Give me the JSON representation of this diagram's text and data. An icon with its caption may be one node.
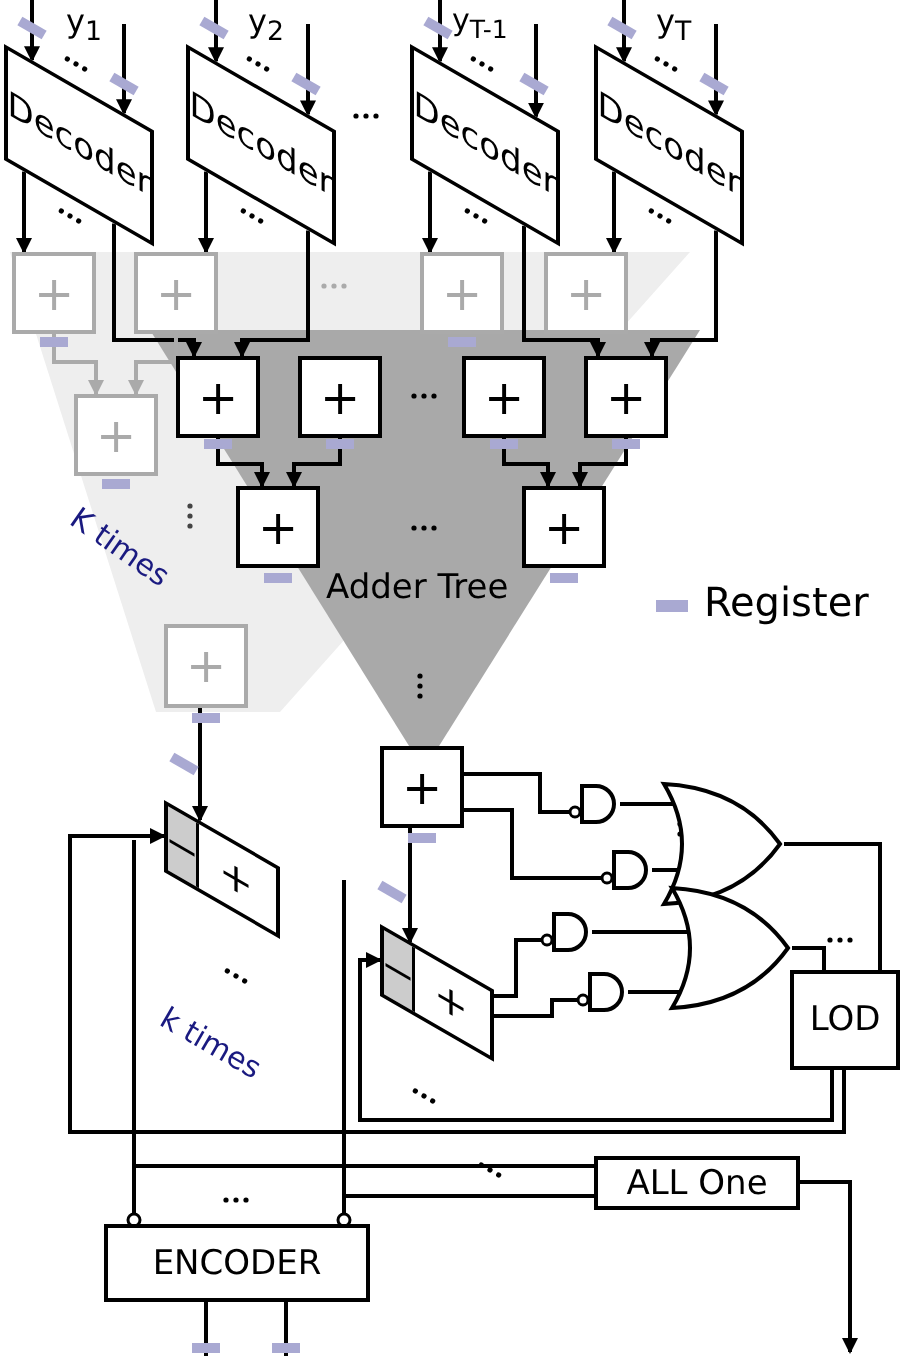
{
  "diagram": {
    "nodes": [
      {
        "text": [
          "Decoder"
        ]
      },
      {
        "text": [
          "Decoder"
        ]
      },
      {
        "text": [
          "Decoder"
        ]
      },
      {
        "text": [
          "Decoder"
        ]
      },
      {
        "text": [
          "+"
        ]
      },
      {
        "text": [
          "+"
        ]
      },
      {
        "text": [
          "+"
        ]
      },
      {
        "text": [
          "+"
        ]
      },
      {
        "text": [
          "+"
        ]
      },
      {
        "text": [
          "+"
        ]
      },
      {
        "text": [
          "+"
        ]
      },
      {
        "text": [
          "+"
        ]
      },
      {
        "text": [
          "+"
        ]
      },
      {
        "text": [
          "+"
        ]
      },
      {
        "text": [
          "+"
        ]
      },
      {
        "text": [
          "+"
        ]
      },
      {
        "text": [
          "+"
        ]
      },
      {
        "text": [
          "−",
          "+"
        ]
      },
      {
        "text": [
          "−",
          "+"
        ]
      },
      {
        "text": [],
        "shape": "gate"
      },
      {
        "text": [],
        "shape": "gate"
      },
      {
        "text": [],
        "shape": "gate"
      },
      {
        "text": [],
        "shape": "gate"
      },
      {
        "text": [],
        "shape": "gate"
      },
      {
        "text": [],
        "shape": "gate"
      },
      {
        "text": [
          "LOD"
        ]
      },
      {
        "text": [
          "ALL One"
        ]
      },
      {
        "text": [
          "ENCODER"
        ]
      }
    ],
    "edges": [
      {
        "from": null,
        "to": 0,
        "arrow": "to"
      },
      {
        "from": null,
        "to": 0,
        "arrow": "to"
      },
      {
        "from": null,
        "to": 1,
        "arrow": "to"
      },
      {
        "from": null,
        "to": 1,
        "arrow": "to"
      },
      {
        "from": null,
        "to": 2,
        "arrow": "to"
      },
      {
        "from": null,
        "to": 2,
        "arrow": "to"
      },
      {
        "from": null,
        "to": 3,
        "arrow": "to"
      },
      {
        "from": null,
        "to": 3,
        "arrow": "to"
      },
      {
        "from": 0,
        "to": 4,
        "arrow": "to"
      },
      {
        "from": 0,
        "to": 8,
        "arrow": "to"
      },
      {
        "from": 1,
        "to": 5,
        "arrow": "to"
      },
      {
        "from": 1,
        "to": 8,
        "arrow": "to"
      },
      {
        "from": 2,
        "to": 6,
        "arrow": "to"
      },
      {
        "from": 2,
        "to": 11,
        "arrow": "to"
      },
      {
        "from": 3,
        "to": 7,
        "arrow": "to"
      },
      {
        "from": 3,
        "to": 11,
        "arrow": "to"
      },
      {
        "from": 4,
        "to": 12,
        "arrow": "to",
        "color": "#aaaaaa"
      },
      {
        "from": 5,
        "to": 12,
        "arrow": "to",
        "color": "#aaaaaa"
      },
      {
        "from": 8,
        "to": 13,
        "arrow": "to"
      },
      {
        "from": 9,
        "to": 13,
        "arrow": "to"
      },
      {
        "from": 10,
        "to": 14,
        "arrow": "to"
      },
      {
        "from": 11,
        "to": 14,
        "arrow": "to"
      },
      {
        "from": 15,
        "to": 17,
        "arrow": "to"
      },
      {
        "from": 16,
        "to": 18,
        "arrow": "to"
      },
      {
        "from": 16,
        "to": 19,
        "arrow": "none"
      },
      {
        "from": 16,
        "to": 20,
        "arrow": "none"
      },
      {
        "from": 18,
        "to": 21,
        "arrow": "none"
      },
      {
        "from": 18,
        "to": 22,
        "arrow": "none"
      },
      {
        "from": 19,
        "to": 23,
        "arrow": "none"
      },
      {
        "from": 20,
        "to": 23,
        "arrow": "none"
      },
      {
        "from": 21,
        "to": 24,
        "arrow": "none"
      },
      {
        "from": 22,
        "to": 24,
        "arrow": "none"
      },
      {
        "from": 23,
        "to": 25,
        "arrow": "none"
      },
      {
        "from": 24,
        "to": 25,
        "arrow": "none"
      },
      {
        "from": 25,
        "to": 17,
        "arrow": "to"
      },
      {
        "from": 25,
        "to": 18,
        "arrow": "to"
      },
      {
        "from": null,
        "to": 27,
        "arrow": "other"
      },
      {
        "from": null,
        "to": 27,
        "arrow": "other"
      },
      {
        "from": null,
        "to": 26,
        "arrow": "none"
      },
      {
        "from": null,
        "to": 26,
        "arrow": "none"
      },
      {
        "from": 26,
        "to": null,
        "arrow": "to"
      },
      {
        "from": 27,
        "to": null,
        "arrow": "none"
      },
      {
        "from": 27,
        "to": null,
        "arrow": "none"
      }
    ],
    "labels": [
      "y$_{1}$",
      "y$_{2}$",
      "y$_{T-1}$",
      "y$_{T}$",
      "K times",
      "Adder Tree",
      "k times"
    ],
    "legend": [
      {
        "text": "Register",
        "color": "#a9a9d2"
      }
    ]
  }
}
